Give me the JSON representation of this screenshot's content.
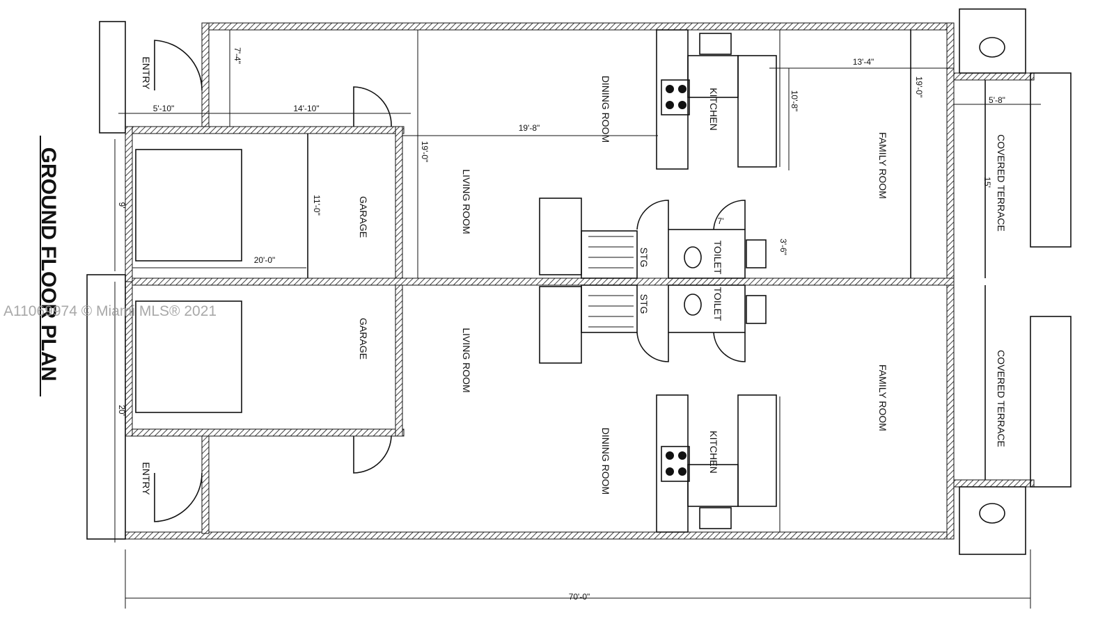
{
  "title": "GROUND FLOOR PLAN",
  "watermark": "A11069974 © Miami MLS® 2021",
  "rooms": {
    "entry_top": "ENTRY",
    "entry_bottom": "ENTRY",
    "dining_top": "DINING ROOM",
    "dining_bottom": "DINING ROOM",
    "kitchen_top": "KITCHEN",
    "kitchen_bottom": "KITCHEN",
    "family_top": "FAMILY ROOM",
    "family_bottom": "FAMILY ROOM",
    "terrace_top": "COVERED TERRACE",
    "terrace_bottom": "COVERED TERRACE",
    "living_top": "LIVING ROOM",
    "living_bottom": "LIVING ROOM",
    "garage_top": "GARAGE",
    "garage_bottom": "GARAGE",
    "stg_top": "STG",
    "stg_bottom": "STG",
    "toilet_top": "TOILET",
    "toilet_bottom": "TOILET"
  },
  "dimensions": {
    "entry_depth": "7'-4\"",
    "entry_width": "5'-10\"",
    "hall_width": "14'-10\"",
    "living_dining_width": "19'-8\"",
    "living_depth": "19'-0\"",
    "family_width": "13'-4\"",
    "kitchen_depth": "10'-8\"",
    "family_depth": "19'-0\"",
    "terrace_width": "5'-8\"",
    "terrace_length": "15'",
    "garage_depth": "11'-0\"",
    "garage_door": "9'",
    "garage_length": "20'-0\"",
    "garage_bottom": "20'",
    "toilet_width": "3'-6\"",
    "toilet_depth": "7'",
    "overall": "70'-0\""
  }
}
